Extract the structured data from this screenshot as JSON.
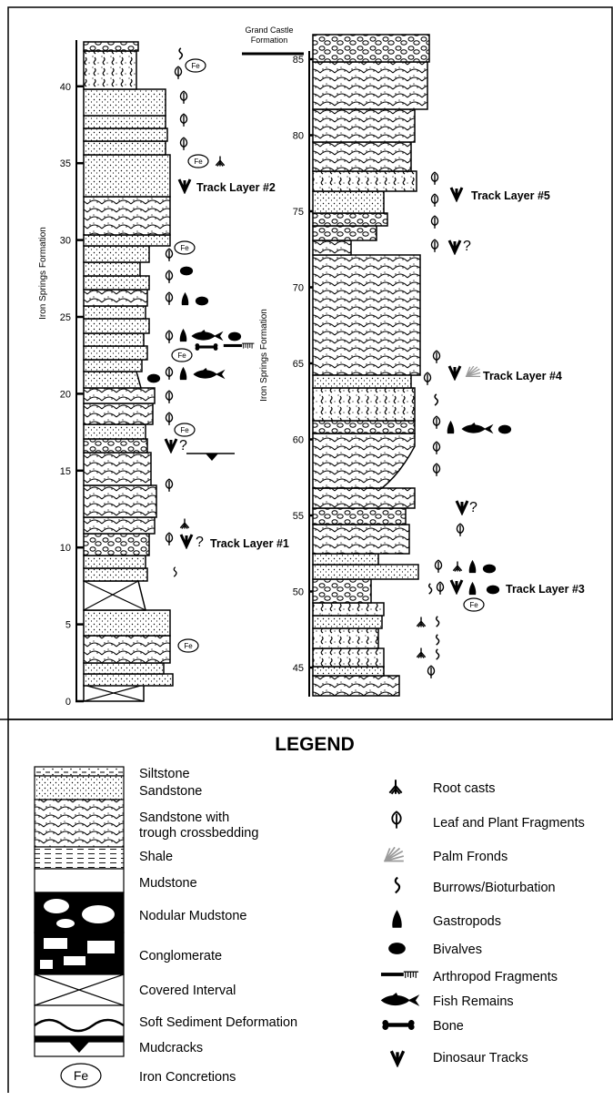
{
  "formations": {
    "left": "Iron Springs Formation",
    "right": "Iron Springs Formation",
    "top_right": "Grand Castle Formation"
  },
  "left_axis_ticks": [
    "0",
    "5",
    "10",
    "15",
    "20",
    "25",
    "30",
    "35",
    "40"
  ],
  "right_axis_ticks": [
    "45",
    "50",
    "55",
    "60",
    "65",
    "70",
    "75",
    "80",
    "85"
  ],
  "track_layers": {
    "l1": "Track Layer #1",
    "l2": "Track Layer #2",
    "l3": "Track Layer #3",
    "l4": "Track Layer #4",
    "l5": "Track Layer #5"
  },
  "iron_label": "Fe",
  "legend": {
    "title": "LEGEND",
    "lithology": [
      {
        "label": "Siltstone"
      },
      {
        "label": "Sandstone"
      },
      {
        "label": "Sandstone with\ntrough crossbedding"
      },
      {
        "label": "Shale"
      },
      {
        "label": "Mudstone"
      },
      {
        "label": "Nodular Mudstone"
      },
      {
        "label": "Conglomerate"
      },
      {
        "label": "Covered Interval"
      },
      {
        "label": "Soft Sediment Deformation"
      },
      {
        "label": "Mudcracks"
      },
      {
        "label": "Iron Concretions"
      }
    ],
    "fossils": [
      {
        "label": "Root casts",
        "icon": "root-cast-icon"
      },
      {
        "label": "Leaf and Plant Fragments",
        "icon": "leaf-icon"
      },
      {
        "label": "Palm Fronds",
        "icon": "palm-frond-icon"
      },
      {
        "label": "Burrows/Bioturbation",
        "icon": "burrow-icon"
      },
      {
        "label": "Gastropods",
        "icon": "gastropod-icon"
      },
      {
        "label": "Bivalves",
        "icon": "bivalve-icon"
      },
      {
        "label": "Arthropod Fragments",
        "icon": "arthropod-icon"
      },
      {
        "label": "Fish Remains",
        "icon": "fish-icon"
      },
      {
        "label": "Bone",
        "icon": "bone-icon"
      },
      {
        "label": "Dinosaur Tracks",
        "icon": "track-icon"
      }
    ]
  },
  "colors": {
    "ink": "#000000",
    "palm": "#9a9a9a",
    "paper": "#ffffff"
  }
}
